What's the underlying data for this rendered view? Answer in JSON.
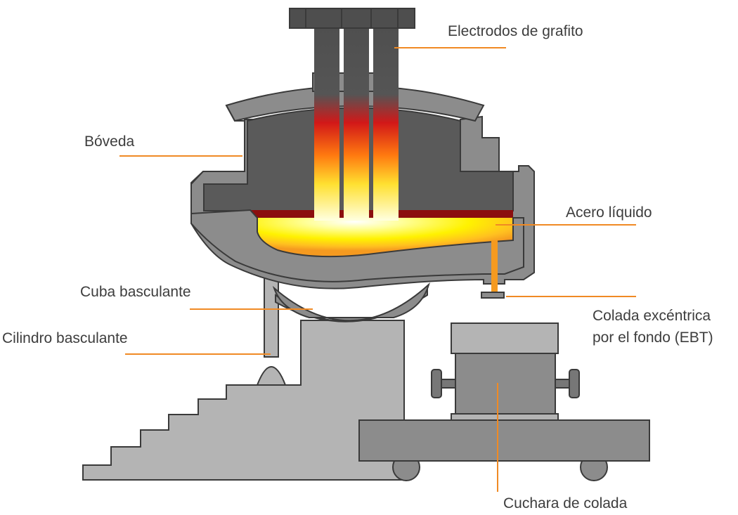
{
  "labels": {
    "electrodes": "Electrodos de grafito",
    "vault": "Bóveda",
    "liquid_steel": "Acero líquido",
    "tilting_vessel": "Cuba basculante",
    "tap_line1": "Colada excéntrica",
    "tap_line2": "por el fondo (EBT)",
    "tilt_cylinder": "Cilindro basculante",
    "ladle": "Cuchara de colada"
  },
  "colors": {
    "leader_line": "#f08a24",
    "outline": "#3a3a3a",
    "shell": "#8c8c8c",
    "interior": "#5a5a5a",
    "base": "#b4b4b4",
    "hot_steel": "#ffe23a",
    "slag": "#8b0e0e"
  }
}
